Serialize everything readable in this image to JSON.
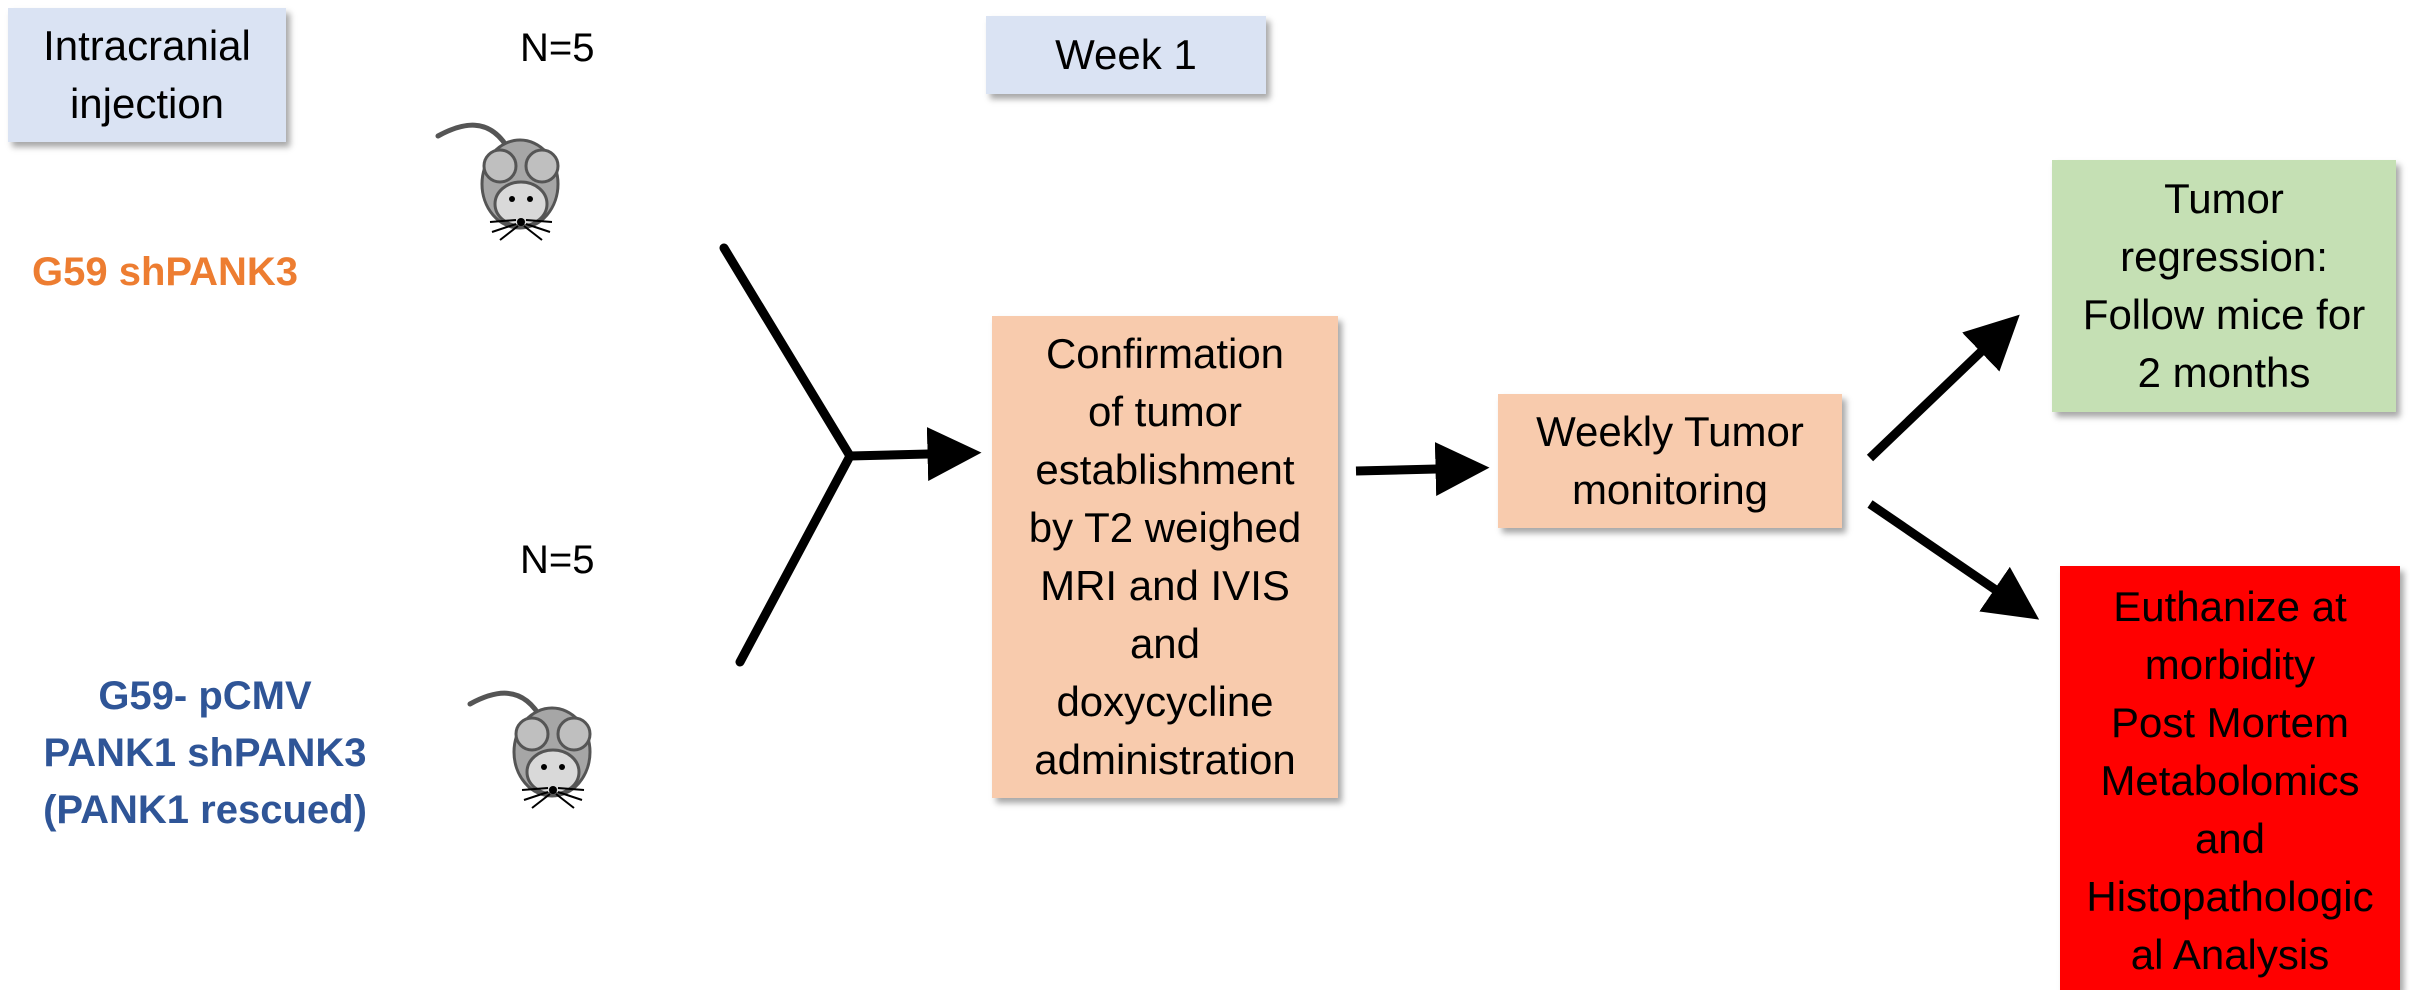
{
  "injection_box": {
    "line1": "Intracranial",
    "line2": "injection"
  },
  "week_box": {
    "label": "Week 1"
  },
  "group1": {
    "n_label": "N=5",
    "name": "G59 shPANK3"
  },
  "group2": {
    "n_label": "N=5",
    "line1": "G59- pCMV",
    "line2": "PANK1 shPANK3",
    "line3": "(PANK1 rescued)"
  },
  "confirmation_box": {
    "lines": [
      "Confirmation",
      "of tumor",
      "establishment",
      "by T2 weighed",
      "MRI and IVIS",
      "and",
      "doxycycline",
      "administration"
    ]
  },
  "monitoring_box": {
    "line1": "Weekly Tumor",
    "line2": "monitoring"
  },
  "regression_box": {
    "line1": "Tumor",
    "line2": "regression:",
    "line3": "Follow mice for",
    "line4": "2 months"
  },
  "euthanize_box": {
    "lines": [
      "Euthanize at",
      "morbidity",
      "Post Mortem",
      "Metabolomics",
      "and",
      "Histopathologic",
      "al Analysis"
    ]
  },
  "colors": {
    "blue_box": "#dae3f3",
    "peach_box": "#f8cbad",
    "green_box": "#c5e0b4",
    "red_box": "#ff0000",
    "orange_text": "#ed7d31",
    "blue_text": "#2f5597"
  },
  "icons": [
    "mouse-icon",
    "mouse-icon"
  ]
}
